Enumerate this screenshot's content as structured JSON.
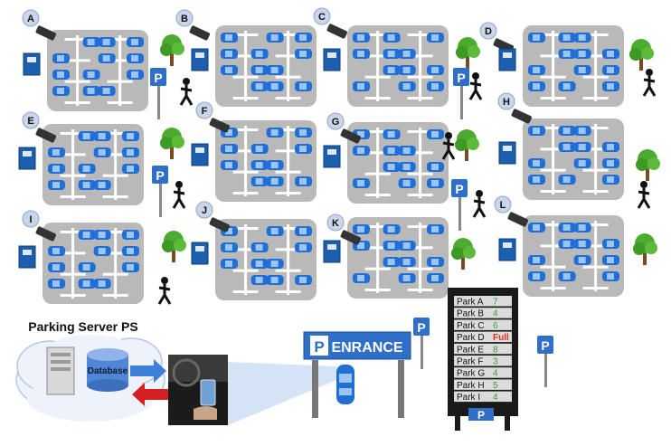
{
  "lots": [
    {
      "id": "A"
    },
    {
      "id": "B"
    },
    {
      "id": "C"
    },
    {
      "id": "D"
    },
    {
      "id": "E"
    },
    {
      "id": "F"
    },
    {
      "id": "G"
    },
    {
      "id": "H"
    },
    {
      "id": "I"
    },
    {
      "id": "J"
    },
    {
      "id": "K"
    },
    {
      "id": "L"
    }
  ],
  "parking_sign_letter": "P",
  "server": {
    "title": "Parking Server PS",
    "database_label": "Database"
  },
  "entrance": {
    "label": "ENRANCE",
    "sign_letter": "P"
  },
  "board": {
    "rows": [
      {
        "name": "Park  A",
        "value": "7",
        "full": false
      },
      {
        "name": "Park  B",
        "value": "4",
        "full": false
      },
      {
        "name": "Park  C",
        "value": "6",
        "full": false
      },
      {
        "name": "Park  D",
        "value": "Full",
        "full": true
      },
      {
        "name": "Park  E",
        "value": "8",
        "full": false
      },
      {
        "name": "Park  F",
        "value": "3",
        "full": false
      },
      {
        "name": "Park  G",
        "value": "4",
        "full": false
      },
      {
        "name": "Park  H",
        "value": "5",
        "full": false
      },
      {
        "name": "Park  I",
        "value": "4",
        "full": false
      }
    ],
    "footer_letter": "P"
  },
  "colors": {
    "lot": "#b9b9b9",
    "car": "#1f6fd6",
    "label_circle": "#c9d6ea",
    "sign": "#2f6fc9",
    "board_bg": "#1a1a1a",
    "board_row": "#dcdcdc",
    "value": "#3c9a3c",
    "full": "#e03020",
    "arrow_right": "#3d7fd9",
    "arrow_left": "#d42020"
  }
}
